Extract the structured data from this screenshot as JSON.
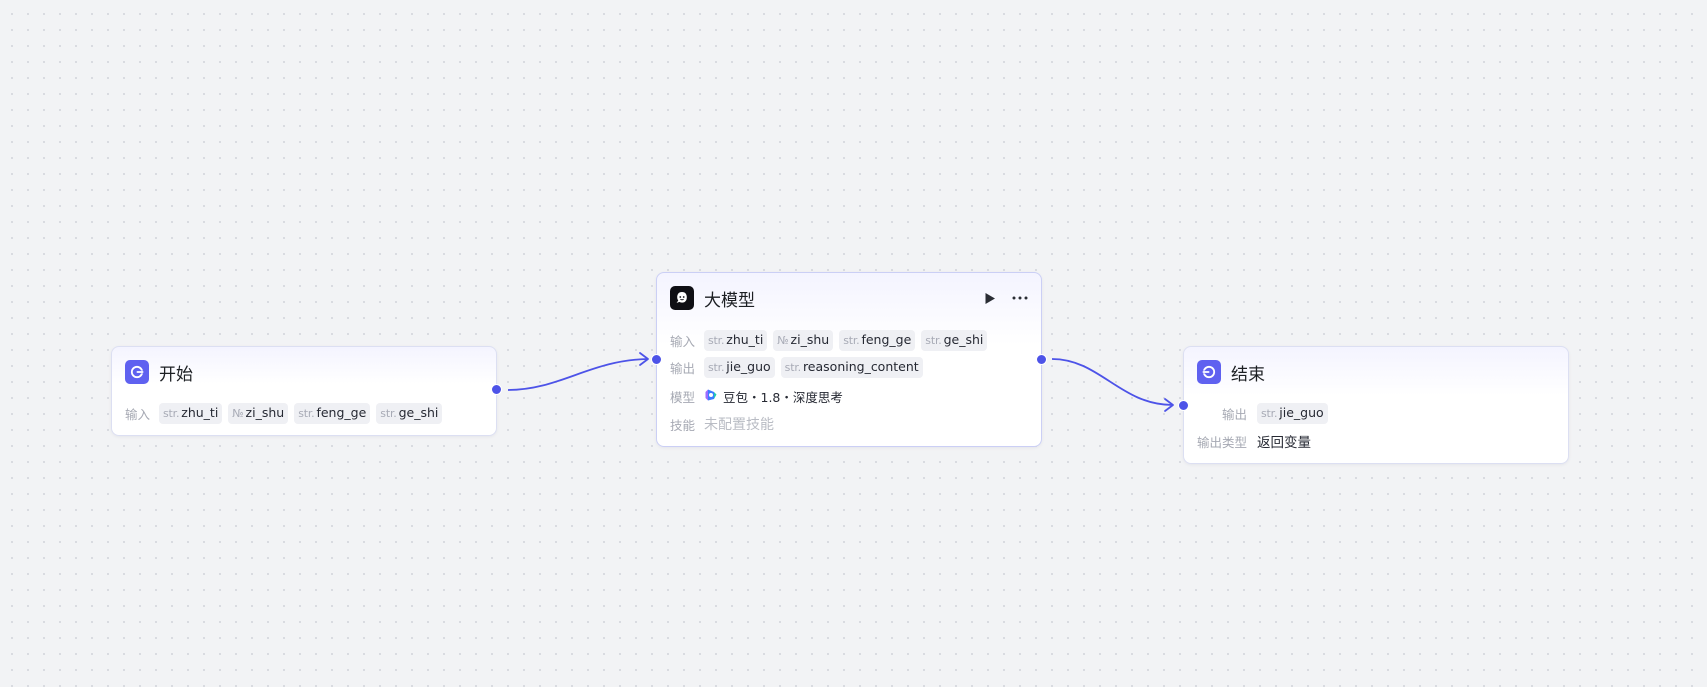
{
  "nodes": {
    "start": {
      "title": "开始",
      "input_label": "输入",
      "inputs": [
        {
          "type": "str.",
          "name": "zhu_ti"
        },
        {
          "type": "№",
          "name": "zi_shu"
        },
        {
          "type": "str.",
          "name": "feng_ge"
        },
        {
          "type": "str.",
          "name": "ge_shi"
        }
      ]
    },
    "llm": {
      "title": "大模型",
      "input_label": "输入",
      "inputs": [
        {
          "type": "str.",
          "name": "zhu_ti"
        },
        {
          "type": "№",
          "name": "zi_shu"
        },
        {
          "type": "str.",
          "name": "feng_ge"
        },
        {
          "type": "str.",
          "name": "ge_shi"
        }
      ],
      "output_label": "输出",
      "outputs": [
        {
          "type": "str.",
          "name": "jie_guo"
        },
        {
          "type": "str.",
          "name": "reasoning_content"
        }
      ],
      "model_label": "模型",
      "model_value": "豆包・1.8・深度思考",
      "skill_label": "技能",
      "skill_value": "未配置技能"
    },
    "end": {
      "title": "结束",
      "output_label": "输出",
      "outputs": [
        {
          "type": "str.",
          "name": "jie_guo"
        }
      ],
      "output_type_label": "输出类型",
      "output_type_value": "返回变量"
    }
  },
  "icons": {
    "start": "start-icon",
    "llm": "llm-icon",
    "end": "end-icon",
    "run": "play-icon",
    "more": "more-icon",
    "model": "doubao-logo-icon"
  },
  "colors": {
    "accent": "#4d53e8",
    "node_icon_purple": "#5f61f0",
    "canvas": "#f2f3f5"
  }
}
